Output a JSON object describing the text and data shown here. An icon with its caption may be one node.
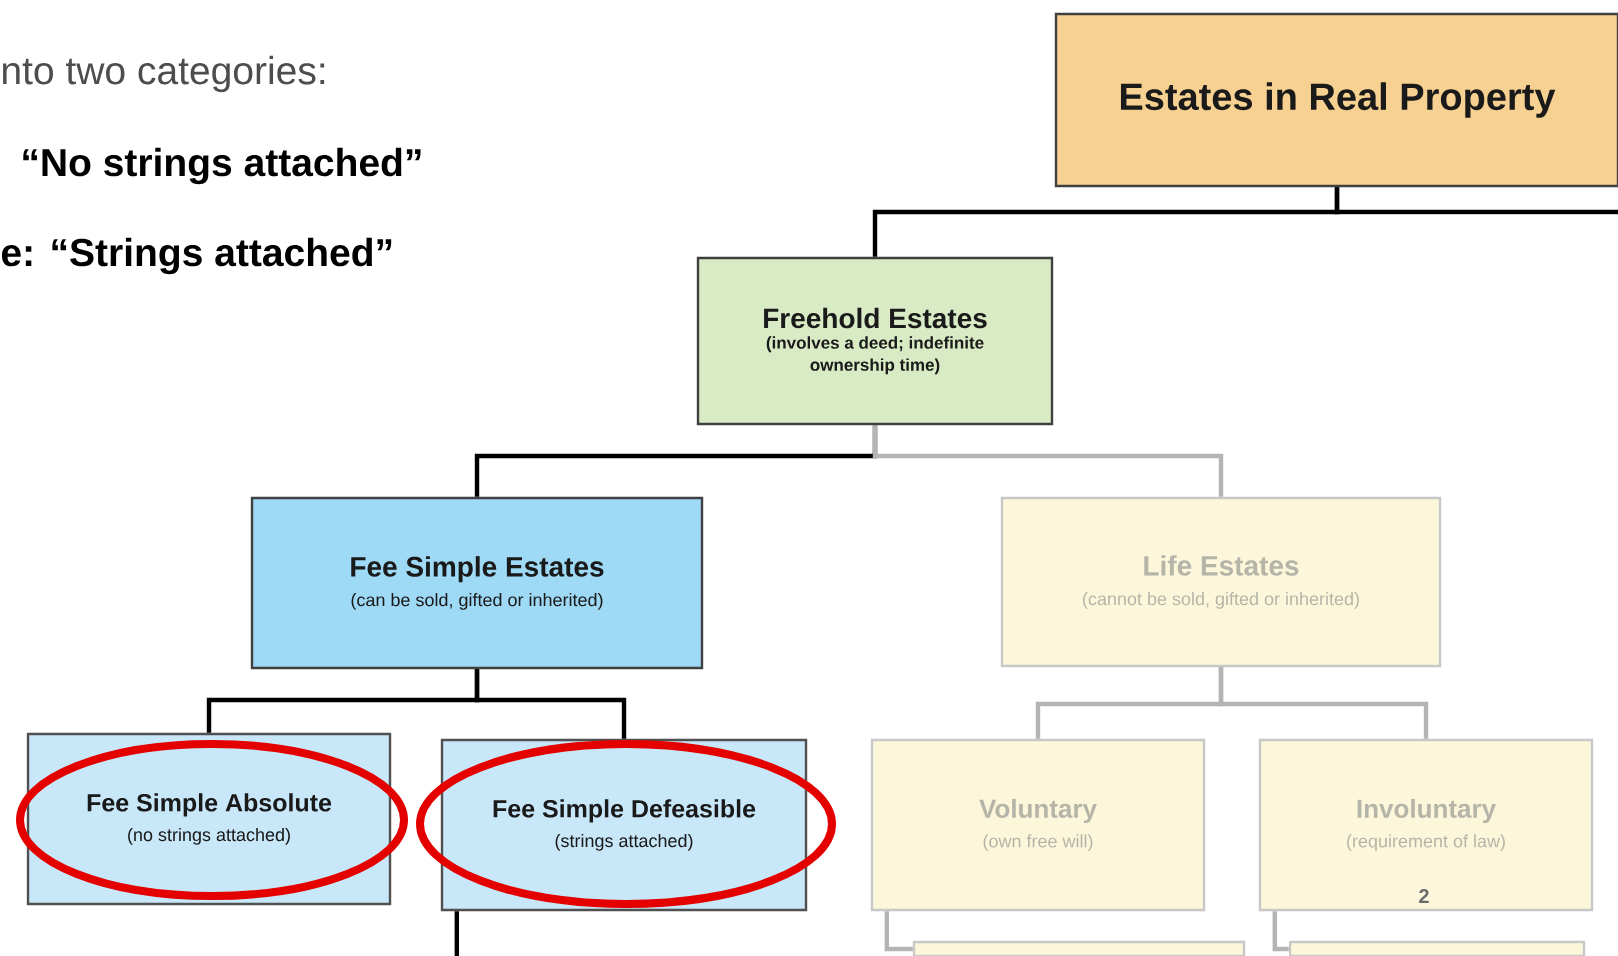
{
  "diagram": {
    "nodes": [
      {
        "text": [
          "Estates in Real Property"
        ]
      },
      {
        "text": [
          "Freehold Estates",
          "(involves a deed; indefinite ownership time)"
        ]
      },
      {
        "text": [
          "Fee Simple Estates",
          "(can be sold, gifted or inherited)"
        ]
      },
      {
        "text": [
          "Life Estates",
          "(cannot be sold, gifted or inherited)"
        ]
      },
      {
        "text": [
          "Fee Simple Absolute",
          "(no strings attached)"
        ]
      },
      {
        "text": [
          "Fee Simple Defeasible",
          "(strings attached)"
        ]
      },
      {
        "text": [
          "Voluntary",
          "(own free will)"
        ]
      },
      {
        "text": [
          "Involuntary",
          "(requirement of law)"
        ]
      },
      {
        "text": [],
        "shape": "box"
      },
      {
        "text": [],
        "shape": "box"
      }
    ],
    "edges": [
      {
        "from": 0,
        "to": 1,
        "arrow": "none"
      },
      {
        "from": 0,
        "to": null,
        "arrow": "none"
      },
      {
        "from": 1,
        "to": 2,
        "arrow": "none"
      },
      {
        "from": 1,
        "to": 3,
        "arrow": "none",
        "color": "#b4b4b4"
      },
      {
        "from": 2,
        "to": 4,
        "arrow": "none"
      },
      {
        "from": 2,
        "to": 5,
        "arrow": "none"
      },
      {
        "from": 5,
        "to": null,
        "arrow": "none"
      },
      {
        "from": 3,
        "to": 6,
        "arrow": "none",
        "color": "#b4b4b4"
      },
      {
        "from": 3,
        "to": 7,
        "arrow": "none",
        "color": "#b4b4b4"
      },
      {
        "from": 6,
        "to": 8,
        "arrow": "none",
        "color": "#b4b4b4"
      },
      {
        "from": 7,
        "to": 9,
        "arrow": "none",
        "color": "#b4b4b4"
      }
    ],
    "labels": [
      "nto two categories:",
      "“No strings attached”",
      "e: “Strings attached”",
      "2"
    ]
  }
}
